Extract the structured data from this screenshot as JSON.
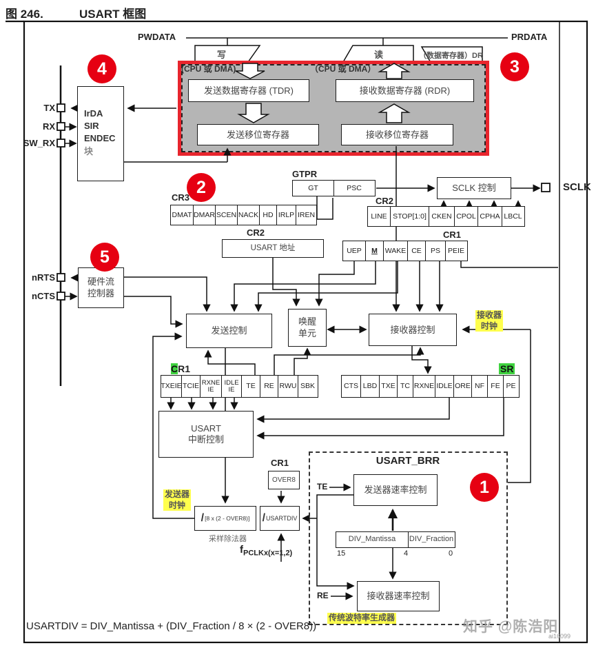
{
  "title": {
    "fig": "图 246.",
    "name": "USART 框图"
  },
  "buses": {
    "pwdata": "PWDATA",
    "prdata": "PRDATA",
    "write": "写",
    "read": "读",
    "dr": "（数据寄存器）DR"
  },
  "badges": {
    "b1": "1",
    "b2": "2",
    "b3": "3",
    "b4": "4",
    "b5": "5"
  },
  "pins": {
    "tx": "TX",
    "rx": "RX",
    "sw_rx": "SW_RX",
    "nrts": "nRTS",
    "ncts": "nCTS",
    "sclk": "SCLK"
  },
  "blocks": {
    "irda": {
      "l1": "IrDA",
      "l2": "SIR",
      "l3": "ENDEC",
      "l4": "块"
    },
    "cpu_dma_left": "(CPU 或 DMA)",
    "cpu_dma_right": "（CPU 或 DMA）",
    "tdr": "发送数据寄存器 (TDR)",
    "rdr": "接收数据寄存器 (RDR)",
    "tx_shift": "发送移位寄存器",
    "rx_shift": "接收移位寄存器",
    "hw_flow": {
      "l1": "硬件流",
      "l2": "控制器"
    },
    "tx_ctrl": "发送控制",
    "wakeup": {
      "l1": "唤醒",
      "l2": "单元"
    },
    "rx_ctrl": "接收器控制",
    "sclk_ctrl": "SCLK 控制",
    "irq": {
      "l1": "USART",
      "l2": "中断控制"
    },
    "sampling_div": {
      "slash": "/",
      "expr": "[8 x (2 - OVER8)]",
      "caption": "采样除法器"
    },
    "usartdiv": {
      "slash": "/",
      "expr": "USARTDIV"
    },
    "over8": "OVER8",
    "tx_rate": "发送器速率控制",
    "rx_rate": "接收器速率控制",
    "div_mantissa": "DIV_Mantissa",
    "div_fraction": "DIV_Fraction",
    "bit15": "15",
    "bit4": "4",
    "bit0": "0"
  },
  "registers": {
    "gtpr": {
      "label": "GTPR",
      "cells": [
        "GT",
        "PSC"
      ]
    },
    "cr3": {
      "label": "CR3",
      "bits": [
        "DMAT",
        "DMAR",
        "SCEN",
        "NACK",
        "HD",
        "IRLP",
        "IREN"
      ]
    },
    "cr2_bits": {
      "label": "CR2",
      "bits": [
        "LINE",
        "STOP[1:0]",
        "CKEN",
        "CPOL",
        "CPHA",
        "LBCL"
      ]
    },
    "cr2_addr": {
      "label": "CR2",
      "value": "USART 地址"
    },
    "cr1_top": {
      "label": "CR1",
      "bits": [
        "UEP",
        "M",
        "WAKE",
        "CE",
        "PS",
        "PEIE"
      ]
    },
    "cr1_bottom": {
      "label_hl": "C",
      "label_rest": "R1",
      "bits": [
        "TXEIE",
        "TCIE",
        "RXNE IE",
        "IDLE IE",
        "TE",
        "RE",
        "RWU",
        "SBK"
      ]
    },
    "sr": {
      "label": "SR",
      "bits": [
        "CTS",
        "LBD",
        "TXE",
        "TC",
        "RXNE",
        "IDLE",
        "ORE",
        "NF",
        "FE",
        "PE"
      ]
    }
  },
  "notes": {
    "rx_clock": {
      "l1": "接收器",
      "l2": "时钟"
    },
    "tx_clock": {
      "l1": "发送器",
      "l2": "时钟"
    },
    "legacy_brg": "传统波特率生成器",
    "usart_brr": "USART_BRR",
    "te": "TE",
    "re": "RE",
    "fpclk_f": "f",
    "fpclk_sub": "PCLKx(x=1,2)"
  },
  "formula": "USARTDIV = DIV_Mantissa + (DIV_Fraction / 8 × (2 - OVER8))",
  "watermark": "知乎 @陈浩阳",
  "ref": "ai16099",
  "colors": {
    "accent_red": "#e60012",
    "gray_fill": "#b5b5b5",
    "yellow_hl": "#ffff4d",
    "green_hl": "#3fd23f",
    "blue_hl_bg": "#a8dff0",
    "blue_hl_text": "#0b6aa8"
  }
}
